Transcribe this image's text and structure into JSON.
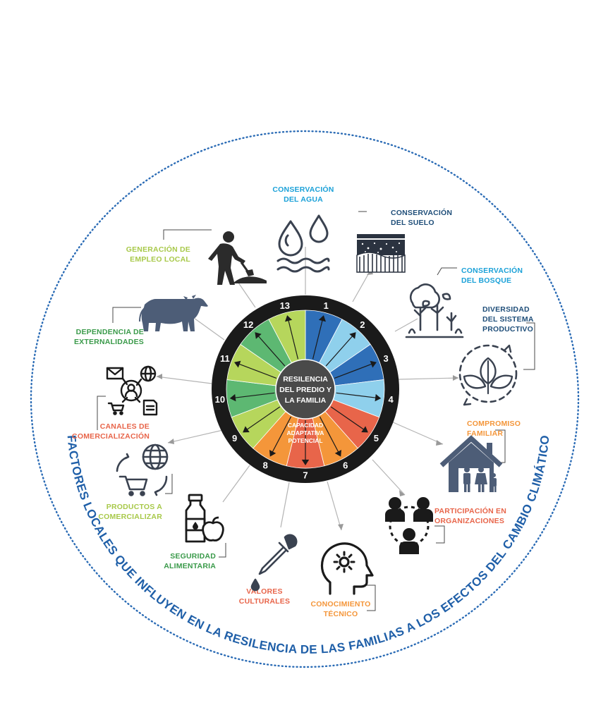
{
  "center": {
    "line1": "RESILENCIA",
    "line2": "DEL PREDIO Y",
    "line3": "LA FAMILIA"
  },
  "capacity": {
    "line1": "CAPACIDAD",
    "line2": "ADAPTATIVA",
    "line3": "POTENCIAL"
  },
  "arc_title": "FACTORES LOCALES QUE INFLUYEN EN LA RESILENCIA DE LAS FAMILIAS A LOS EFECTOS DEL CAMBIO CLIMÁTICO",
  "colors": {
    "ring": "#1a1a1a",
    "center": "#4a4a4a",
    "dark_blue": "#2f6fb8",
    "light_blue": "#8fd0ec",
    "orange": "#f4963a",
    "red_orange": "#e8654a",
    "green": "#5db872",
    "light_green": "#b6d65c",
    "arc_title": "#1f5fa8",
    "icon": "#3a4250"
  },
  "factors": [
    {
      "number": "1",
      "lines": [
        "CONSERVACIÓN",
        "DEL AGUA"
      ],
      "color": "#1ba1d8",
      "icon": "water-drops-icon"
    },
    {
      "number": "2",
      "lines": [
        "CONSERVACIÓN",
        "DEL SUELO"
      ],
      "color": "#1f4e79",
      "icon": "soil-layers-icon"
    },
    {
      "number": "3",
      "lines": [
        "CONSERVACIÓN",
        "DEL BOSQUE"
      ],
      "color": "#1ba1d8",
      "icon": "forest-icon"
    },
    {
      "number": "4",
      "lines": [
        "DIVERSIDAD",
        "DEL SISTEMA",
        "PRODUCTIVO"
      ],
      "color": "#1f4e79",
      "icon": "leaves-cycle-icon"
    },
    {
      "number": "5",
      "lines": [
        "COMPROMISO",
        "FAMILIAR"
      ],
      "color": "#f4963a",
      "icon": "family-house-icon"
    },
    {
      "number": "6",
      "lines": [
        "PARTICIPACIÓN EN",
        "ORGANIZACIONES"
      ],
      "color": "#e8654a",
      "icon": "people-network-icon"
    },
    {
      "number": "7",
      "lines": [
        "CONOCIMIENTO",
        "TÉCNICO"
      ],
      "color": "#f4963a",
      "icon": "head-gear-icon"
    },
    {
      "number": "8",
      "lines": [
        "VALORES",
        "CULTURALES"
      ],
      "color": "#e8654a",
      "icon": "dropper-icon"
    },
    {
      "number": "9",
      "lines": [
        "SEGURIDAD",
        "ALIMENTARIA"
      ],
      "color": "#3a9a4a",
      "icon": "bottle-apple-icon"
    },
    {
      "number": "10",
      "lines": [
        "PRODUCTOS A",
        "COMERCIALIZAR"
      ],
      "color": "#a8c94a",
      "icon": "cart-globe-icon"
    },
    {
      "number": "11",
      "lines": [
        "CANALES DE",
        "COMERCIALIZACIÓN"
      ],
      "color": "#e8654a",
      "icon": "commerce-channels-icon"
    },
    {
      "number": "12",
      "lines": [
        "DEPENDENCIA DE",
        "EXTERNALIDADES"
      ],
      "color": "#3a9a4a",
      "icon": "cow-icon"
    },
    {
      "number": "13",
      "lines": [
        "GENERACIÓN DE",
        "EMPLEO LOCAL"
      ],
      "color": "#a8c94a",
      "icon": "worker-shovel-icon"
    }
  ]
}
